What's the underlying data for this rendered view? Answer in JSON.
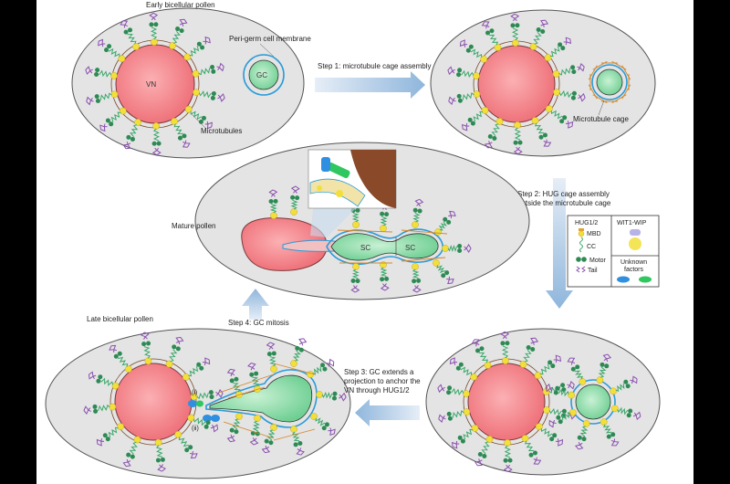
{
  "labels": {
    "early_pollen": "Early bicellular pollen",
    "peri_membrane": "Peri-germ cell membrane",
    "vn": "VN",
    "gc": "GC",
    "microtubules": "Microtubules",
    "step1": "Step 1: microtubule cage assembly",
    "microtubule_cage": "Microtubule cage",
    "step2_line1": "Step 2: HUG cage assembly",
    "step2_line2": "outside the microtubule cage",
    "mature_pollen": "Mature pollen",
    "sc1": "SC",
    "sc2": "SC",
    "step3_line1": "Step 3: GC extends a",
    "step3_line2": "projection to anchor the",
    "step3_line3": "VN through HUG1/2",
    "step4": "Step 4: GC mitosis",
    "late_pollen": "Late bicellular pollen",
    "marker_i": "(i)",
    "marker_ii": "(ii)"
  },
  "legend": {
    "hug_title": "HUG1/2",
    "mbd": "MBD",
    "cc": "CC",
    "motor": "Motor",
    "tail": "Tail",
    "wit_title": "WIT1-WIP",
    "unknown_line1": "Unknown",
    "unknown_line2": "factors"
  },
  "colors": {
    "cell_fill": "#e4e4e4",
    "cell_stroke": "#555555",
    "vn_fill": "#f07f86",
    "gc_fill": "#8fdcaa",
    "membrane_blue": "#2a9bd8",
    "arrow_blue": "#a9c8e4",
    "motor_green": "#3aa86a",
    "tail_purple": "#8a4fb0",
    "mbd_yellow": "#f2df3a",
    "unknown_blue": "#2f8fe0",
    "unknown_green": "#2ec760"
  }
}
